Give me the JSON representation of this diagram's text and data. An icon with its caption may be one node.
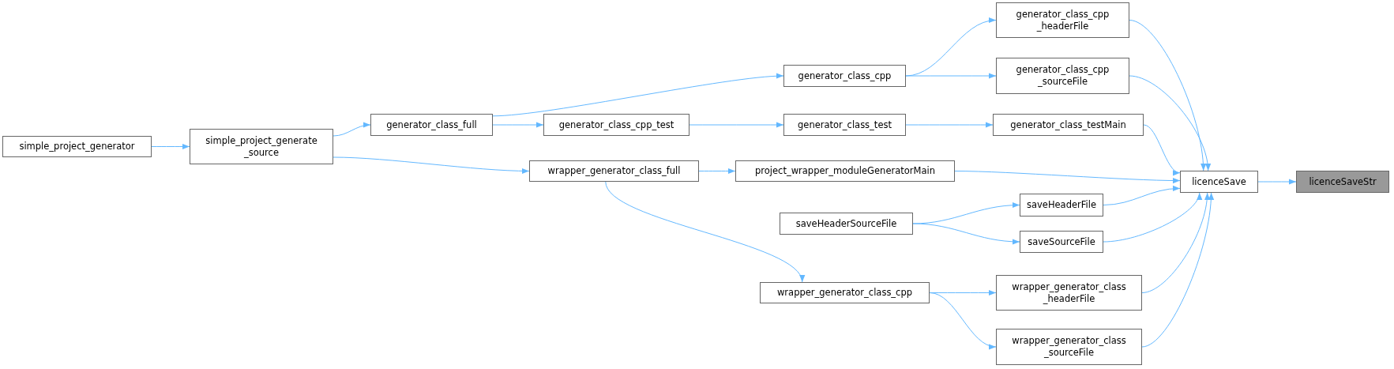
{
  "diagram": {
    "nodes": [
      {
        "text": [
          "licenceSaveStr"
        ]
      },
      {
        "text": [
          "licenceSave"
        ]
      },
      {
        "text": [
          "generator_class_cpp_headerFile"
        ]
      },
      {
        "text": [
          "generator_class_cpp_sourceFile"
        ]
      },
      {
        "text": [
          "generator_class_testMain"
        ]
      },
      {
        "text": [
          "project_wrapper_moduleGeneratorMain"
        ]
      },
      {
        "text": [
          "saveHeaderFile"
        ]
      },
      {
        "text": [
          "saveSourceFile"
        ]
      },
      {
        "text": [
          "wrapper_generator_class_headerFile"
        ]
      },
      {
        "text": [
          "wrapper_generator_class_sourceFile"
        ]
      },
      {
        "text": [
          "generator_class_cpp"
        ]
      },
      {
        "text": [
          "generator_class_test"
        ]
      },
      {
        "text": [
          "saveHeaderSourceFile"
        ]
      },
      {
        "text": [
          "wrapper_generator_class_cpp"
        ]
      },
      {
        "text": [
          "generator_class_full"
        ]
      },
      {
        "text": [
          "generator_class_cpp_test"
        ]
      },
      {
        "text": [
          "wrapper_generator_class_full"
        ]
      },
      {
        "text": [
          "simple_project_generate_source"
        ]
      },
      {
        "text": [
          "simple_project_generator"
        ]
      }
    ],
    "edges": [
      {
        "from": 1,
        "to": 0,
        "arrow": "to"
      },
      {
        "from": 2,
        "to": 1,
        "arrow": "to"
      },
      {
        "from": 3,
        "to": 1,
        "arrow": "to"
      },
      {
        "from": 4,
        "to": 1,
        "arrow": "to"
      },
      {
        "from": 5,
        "to": 1,
        "arrow": "to"
      },
      {
        "from": 6,
        "to": 1,
        "arrow": "to"
      },
      {
        "from": 7,
        "to": 1,
        "arrow": "to"
      },
      {
        "from": 8,
        "to": 1,
        "arrow": "to"
      },
      {
        "from": 9,
        "to": 1,
        "arrow": "to"
      },
      {
        "from": 10,
        "to": 2,
        "arrow": "to"
      },
      {
        "from": 10,
        "to": 3,
        "arrow": "to"
      },
      {
        "from": 11,
        "to": 4,
        "arrow": "to"
      },
      {
        "from": 16,
        "to": 5,
        "arrow": "to"
      },
      {
        "from": 12,
        "to": 6,
        "arrow": "to"
      },
      {
        "from": 12,
        "to": 7,
        "arrow": "to"
      },
      {
        "from": 13,
        "to": 8,
        "arrow": "to"
      },
      {
        "from": 13,
        "to": 9,
        "arrow": "to"
      },
      {
        "from": 14,
        "to": 10,
        "arrow": "to"
      },
      {
        "from": 15,
        "to": 11,
        "arrow": "to"
      },
      {
        "from": 14,
        "to": 15,
        "arrow": "to"
      },
      {
        "from": 17,
        "to": 14,
        "arrow": "to"
      },
      {
        "from": 17,
        "to": 16,
        "arrow": "to"
      },
      {
        "from": 16,
        "to": 13,
        "arrow": "to"
      },
      {
        "from": 18,
        "to": 17,
        "arrow": "to"
      }
    ]
  }
}
